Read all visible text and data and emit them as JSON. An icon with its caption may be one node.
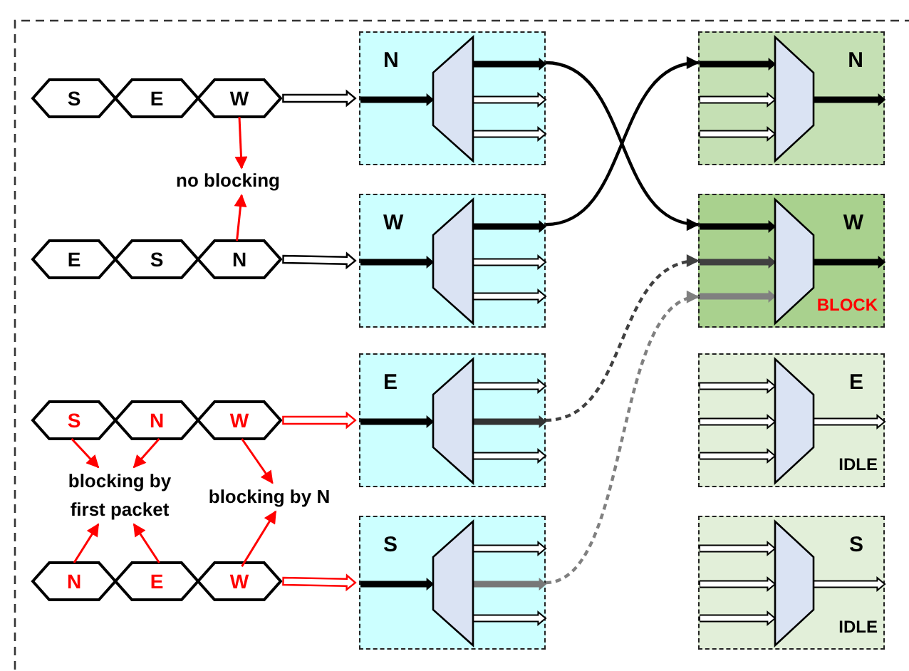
{
  "diagram": {
    "nodes": [
      {
        "text": [
          "S"
        ]
      },
      {
        "text": [
          "E"
        ]
      },
      {
        "text": [
          "W"
        ]
      },
      {
        "text": [
          "no blocking"
        ]
      },
      {
        "text": [
          "E"
        ]
      },
      {
        "text": [
          "S"
        ]
      },
      {
        "text": [
          "N"
        ]
      },
      {
        "text": [
          "S"
        ]
      },
      {
        "text": [
          "N"
        ]
      },
      {
        "text": [
          "W"
        ]
      },
      {
        "text": [
          "blocking by first packet"
        ]
      },
      {
        "text": [
          "blocking by N"
        ]
      },
      {
        "text": [
          "N"
        ]
      },
      {
        "text": [
          "E"
        ]
      },
      {
        "text": [
          "W"
        ]
      },
      {
        "text": [
          "N"
        ]
      },
      {
        "text": [
          "W"
        ]
      },
      {
        "text": [
          "E"
        ]
      },
      {
        "text": [
          "S"
        ]
      },
      {
        "text": [
          "N"
        ]
      },
      {
        "text": [
          "W",
          "BLOCK"
        ]
      },
      {
        "text": [
          "E",
          "IDLE"
        ]
      },
      {
        "text": [
          "S",
          "IDLE"
        ]
      }
    ],
    "edges": [
      {
        "from": 2,
        "to": 3,
        "arrow": "to",
        "color": "#ff0000"
      },
      {
        "from": 6,
        "to": 3,
        "arrow": "to",
        "color": "#ff0000"
      },
      {
        "from": 2,
        "to": 15,
        "arrow": "to",
        "style": "thick"
      },
      {
        "from": 6,
        "to": 16,
        "arrow": "to",
        "style": "thick"
      },
      {
        "from": 7,
        "to": 10,
        "arrow": "to",
        "color": "#ff0000"
      },
      {
        "from": 8,
        "to": 10,
        "arrow": "to",
        "color": "#ff0000"
      },
      {
        "from": 9,
        "to": 11,
        "arrow": "to",
        "color": "#ff0000"
      },
      {
        "from": 9,
        "to": 17,
        "arrow": "to",
        "style": "thick",
        "color": "#ff0000"
      },
      {
        "from": 12,
        "to": 10,
        "arrow": "to",
        "color": "#ff0000"
      },
      {
        "from": 13,
        "to": 10,
        "arrow": "to",
        "color": "#ff0000"
      },
      {
        "from": 14,
        "to": 11,
        "arrow": "to",
        "color": "#ff0000"
      },
      {
        "from": 14,
        "to": 18,
        "arrow": "to",
        "style": "thick",
        "color": "#ff0000"
      },
      {
        "from": 15,
        "to": 20,
        "arrow": "to",
        "color": "#000000"
      },
      {
        "from": 16,
        "to": 19,
        "arrow": "to",
        "color": "#000000"
      },
      {
        "from": 17,
        "to": 20,
        "arrow": "to",
        "style": "dashed",
        "color": "#404040"
      },
      {
        "from": 18,
        "to": 20,
        "arrow": "to",
        "style": "dashed",
        "color": "#808080"
      }
    ]
  }
}
